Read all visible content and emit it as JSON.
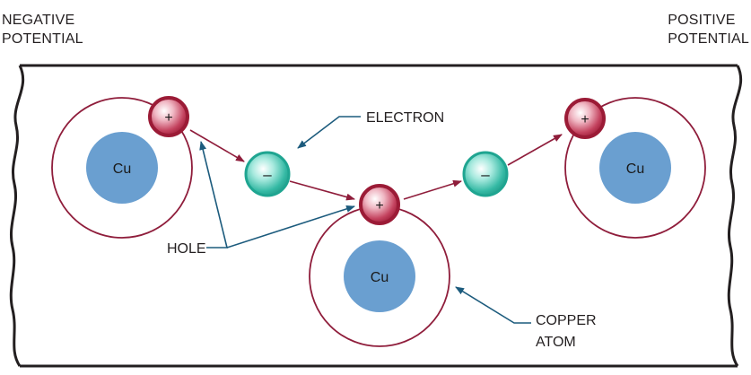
{
  "labels": {
    "negative": [
      "NEGATIVE",
      "POTENTIAL"
    ],
    "positive": [
      "POSITIVE",
      "POTENTIAL"
    ],
    "electron": "ELECTRON",
    "hole": "HOLE",
    "copper_atom": [
      "COPPER",
      "ATOM"
    ]
  },
  "symbols": {
    "atom": "Cu",
    "hole": "+",
    "electron": "–"
  },
  "colors": {
    "outline": "#231f20",
    "orbit": "#8f1d3b",
    "nucleus": "#6a9fd0",
    "hole_dark": "#9b1b36",
    "electron_dark": "#1fa591",
    "leader": "#1c5b7d"
  }
}
